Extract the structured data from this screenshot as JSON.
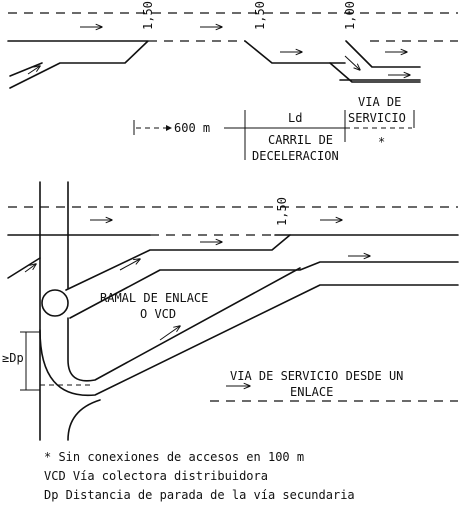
{
  "top_diagram": {
    "dim_a": "1,50",
    "dim_b": "1,50",
    "dim_c": "1,00",
    "distance": "600 m",
    "ld_label": "Ld",
    "service_road_line1": "VIA DE",
    "service_road_line2": "SERVICIO",
    "asterisk": "*",
    "decel_line1": "CARRIL DE",
    "decel_line2": "DECELERACION"
  },
  "bottom_diagram": {
    "dim": "1,50",
    "ramp_line1": "RAMAL DE ENLACE",
    "ramp_line2": "O VCD",
    "dp_label": "≥Dp",
    "service_link_line1": "VIA DE SERVICIO DESDE UN",
    "service_link_line2": "ENLACE"
  },
  "notes": [
    "* Sin conexiones de accesos en 100 m",
    "VCD Vía colectora distribuidora",
    "Dp Distancia de parada de la vía secundaria"
  ]
}
